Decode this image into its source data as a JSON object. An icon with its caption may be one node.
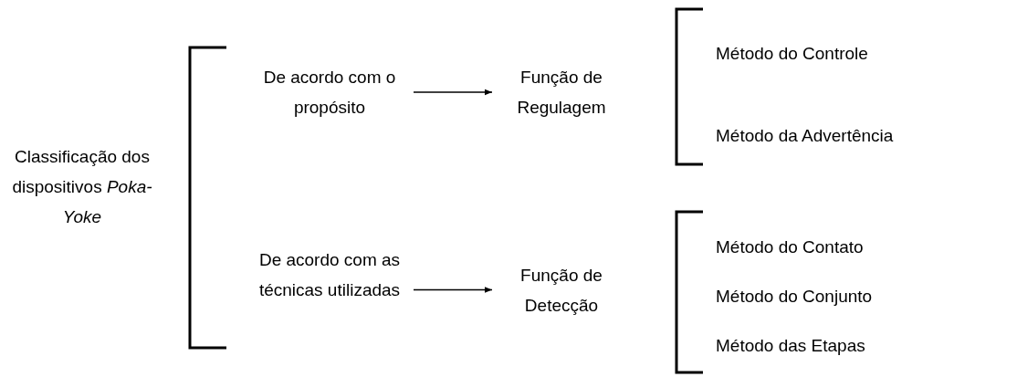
{
  "diagram": {
    "nodes": [
      {
        "text": [
          "Classificação dos dispositivos *Poka-Yoke*"
        ]
      },
      {
        "text": [
          "De acordo com o propósito"
        ]
      },
      {
        "text": [
          "De acordo com as técnicas utilizadas"
        ]
      },
      {
        "text": [
          "Função de Regulagem"
        ]
      },
      {
        "text": [
          "Método do Controle"
        ]
      },
      {
        "text": [
          "Método da Advertência"
        ]
      },
      {
        "text": [
          "Função de Detecção"
        ]
      },
      {
        "text": [
          "Método do Contato"
        ]
      },
      {
        "text": [
          "Método do Conjunto"
        ]
      },
      {
        "text": [
          "Método das Etapas"
        ]
      }
    ],
    "edges": [
      {
        "from": 1,
        "to": 3,
        "arrow": "to"
      },
      {
        "from": 2,
        "to": 6,
        "arrow": "to"
      }
    ]
  }
}
